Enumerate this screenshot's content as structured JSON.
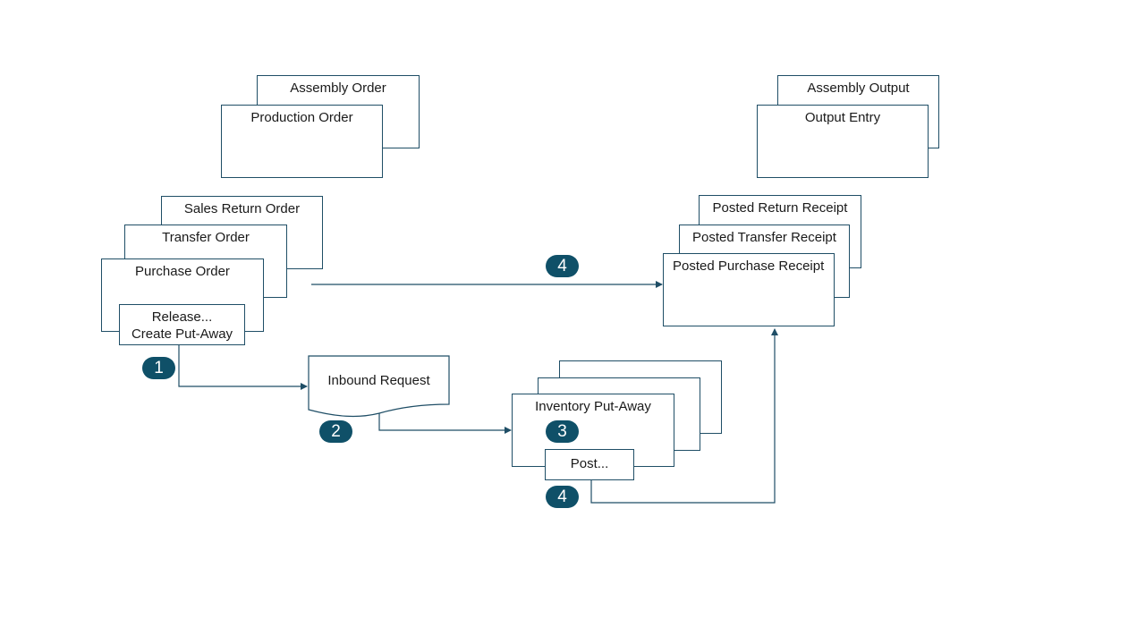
{
  "diagram": {
    "source_docs": {
      "assembly_order": "Assembly Order",
      "production_order": "Production Order",
      "sales_return_order": "Sales Return Order",
      "transfer_order": "Transfer Order",
      "purchase_order": "Purchase Order",
      "release_action_line1": "Release...",
      "release_action_line2": "Create Put-Away"
    },
    "outputs": {
      "assembly_output": "Assembly Output",
      "output_entry": "Output  Entry",
      "posted_return_receipt": "Posted  Return Receipt",
      "posted_transfer_receipt": "Posted  Transfer Receipt",
      "posted_purchase_receipt": "Posted  Purchase Receipt"
    },
    "inbound_request": "Inbound  Request",
    "inventory_put_away": "Inventory Put-Away",
    "post_action": "Post...",
    "steps": {
      "step1": "1",
      "step2": "2",
      "step3": "3",
      "step4_top": "4",
      "step4_bottom": "4"
    },
    "colors": {
      "line": "#1f4e66",
      "badge": "#0f5068"
    }
  }
}
